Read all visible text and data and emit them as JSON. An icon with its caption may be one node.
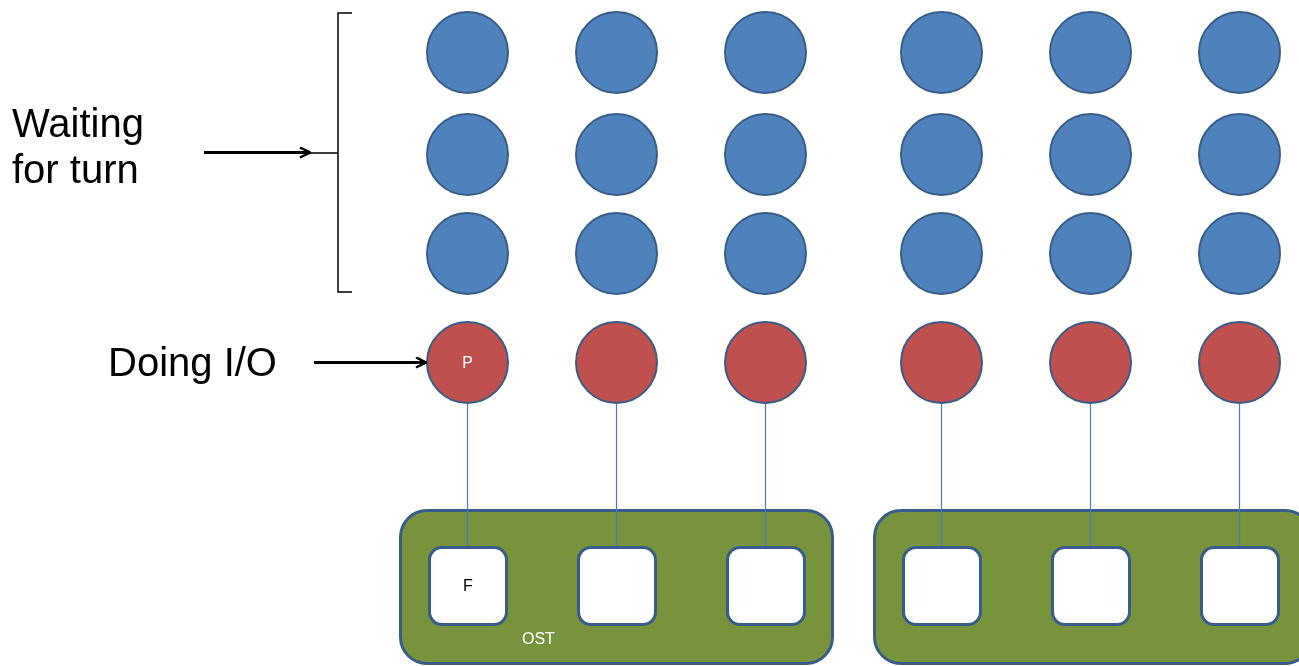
{
  "diagram": {
    "nodes": [
      {
        "text": [
          "Waiting for turn"
        ]
      },
      {
        "text": [],
        "shape": "circle"
      },
      {
        "text": [],
        "shape": "circle"
      },
      {
        "text": [],
        "shape": "circle"
      },
      {
        "text": [],
        "shape": "circle"
      },
      {
        "text": [],
        "shape": "circle"
      },
      {
        "text": [],
        "shape": "circle"
      },
      {
        "text": [],
        "shape": "circle"
      },
      {
        "text": [],
        "shape": "circle"
      },
      {
        "text": [],
        "shape": "circle"
      },
      {
        "text": [],
        "shape": "circle"
      },
      {
        "text": [],
        "shape": "circle"
      },
      {
        "text": [],
        "shape": "circle"
      },
      {
        "text": [],
        "shape": "circle"
      },
      {
        "text": [],
        "shape": "circle"
      },
      {
        "text": [],
        "shape": "circle"
      },
      {
        "text": [],
        "shape": "circle"
      },
      {
        "text": [],
        "shape": "circle"
      },
      {
        "text": [],
        "shape": "circle"
      },
      {
        "text": [
          "Doing I/O"
        ]
      },
      {
        "text": [
          "P"
        ]
      },
      {
        "text": [],
        "shape": "circle"
      },
      {
        "text": [],
        "shape": "circle"
      },
      {
        "text": [],
        "shape": "circle"
      },
      {
        "text": [],
        "shape": "circle"
      },
      {
        "text": [],
        "shape": "circle"
      },
      {
        "text": [
          "OST"
        ]
      },
      {
        "text": [
          "F"
        ],
        "in": 26
      },
      {
        "text": [],
        "shape": "box",
        "in": 26
      },
      {
        "text": [],
        "shape": "box",
        "in": 26
      },
      {
        "text": [],
        "shape": "box"
      },
      {
        "text": [],
        "shape": "box",
        "in": 30
      },
      {
        "text": [],
        "shape": "box",
        "in": 30
      },
      {
        "text": [],
        "shape": "box",
        "in": 30
      },
      {
        "text": [],
        "shape": "bracket"
      }
    ],
    "edges": [
      {
        "from": 0,
        "to": 34,
        "arrow": "to",
        "color": "#000000"
      },
      {
        "from": 19,
        "to": 20,
        "arrow": "to",
        "color": "#000000"
      },
      {
        "from": 20,
        "to": 27,
        "arrow": "none"
      },
      {
        "from": 21,
        "to": 28,
        "arrow": "none"
      },
      {
        "from": 22,
        "to": 29,
        "arrow": "none"
      },
      {
        "from": 23,
        "to": 31,
        "arrow": "none"
      },
      {
        "from": 24,
        "to": 32,
        "arrow": "none"
      },
      {
        "from": 25,
        "to": 33,
        "arrow": "none"
      }
    ]
  }
}
